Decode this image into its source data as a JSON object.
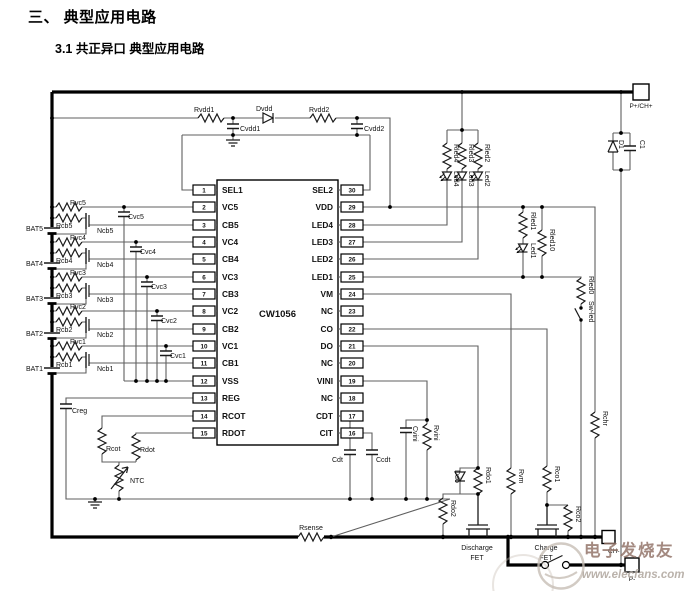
{
  "page": {
    "heading": "三、  典型应用电路",
    "subheading": "3.1 共正异口 典型应用电路"
  },
  "ic": {
    "name": "CW1056",
    "left_pins": [
      {
        "num": "1",
        "name": "SEL1"
      },
      {
        "num": "2",
        "name": "VC5"
      },
      {
        "num": "3",
        "name": "CB5"
      },
      {
        "num": "4",
        "name": "VC4"
      },
      {
        "num": "5",
        "name": "CB4"
      },
      {
        "num": "6",
        "name": "VC3"
      },
      {
        "num": "7",
        "name": "CB3"
      },
      {
        "num": "8",
        "name": "VC2"
      },
      {
        "num": "9",
        "name": "CB2"
      },
      {
        "num": "10",
        "name": "VC1"
      },
      {
        "num": "11",
        "name": "CB1"
      },
      {
        "num": "12",
        "name": "VSS"
      },
      {
        "num": "13",
        "name": "REG"
      },
      {
        "num": "14",
        "name": "RCOT"
      },
      {
        "num": "15",
        "name": "RDOT"
      }
    ],
    "right_pins": [
      {
        "num": "30",
        "name": "SEL2"
      },
      {
        "num": "29",
        "name": "VDD"
      },
      {
        "num": "28",
        "name": "LED4"
      },
      {
        "num": "27",
        "name": "LED3"
      },
      {
        "num": "26",
        "name": "LED2"
      },
      {
        "num": "25",
        "name": "LED1"
      },
      {
        "num": "24",
        "name": "VM"
      },
      {
        "num": "23",
        "name": "NC"
      },
      {
        "num": "22",
        "name": "CO"
      },
      {
        "num": "21",
        "name": "DO"
      },
      {
        "num": "20",
        "name": "NC"
      },
      {
        "num": "19",
        "name": "VINI"
      },
      {
        "num": "18",
        "name": "NC"
      },
      {
        "num": "17",
        "name": "CDT"
      },
      {
        "num": "16",
        "name": "CIT"
      }
    ]
  },
  "cells": [
    {
      "bat": "BAT5",
      "rvc": "Rvc5",
      "rcb": "Rcb5",
      "ncb": "Ncb5",
      "cvc": "Cvc5"
    },
    {
      "bat": "BAT4",
      "rvc": "Rvc4",
      "rcb": "Rcb4",
      "ncb": "Ncb4",
      "cvc": "Cvc4"
    },
    {
      "bat": "BAT3",
      "rvc": "Rvc3",
      "rcb": "Rcb3",
      "ncb": "Ncb3",
      "cvc": "Cvc3"
    },
    {
      "bat": "BAT2",
      "rvc": "Rvc2",
      "rcb": "Rcb2",
      "ncb": "Ncb2",
      "cvc": "Cvc2"
    },
    {
      "bat": "BAT1",
      "rvc": "Rvc1",
      "rcb": "Rcb1",
      "ncb": "Ncb1",
      "cvc": "Cvc1"
    }
  ],
  "refs": {
    "rvdd1": "Rvdd1",
    "dvdd": "Dvdd",
    "rvdd2": "Rvdd2",
    "cvdd1": "Cvdd1",
    "cvdd2": "Cvdd2",
    "creg": "Creg",
    "rcot": "Rcot",
    "rdot": "Rdot",
    "ntc": "NTC",
    "rsense": "Rsense",
    "cdt": "Cdt",
    "ccdt": "Ccdt",
    "cvini": "Cvini",
    "rvini": "Rvini",
    "ddo": "Ddo",
    "rdo1": "Rdo1",
    "rdo2": "Rdo2",
    "rvm": "Rvm",
    "rco1": "Rco1",
    "rco2": "Rco2",
    "rled4": "Rled4",
    "rled3": "Rled3",
    "rled2": "Rled2",
    "rled1": "Rled1",
    "led4": "Led4",
    "led3": "Led3",
    "led2": "Led2",
    "led1": "Led1",
    "rled10": "Rled10",
    "rled0": "Rled0",
    "swled": "Sw-led",
    "rchr": "Rchr",
    "d1": "D1",
    "c1": "C1"
  },
  "fets": {
    "discharge": [
      "Discharge",
      "FET"
    ],
    "charge": [
      "Charge",
      "FET"
    ]
  },
  "terminals": {
    "p_plus": "P+/CH+",
    "ch_minus": "CH-",
    "p_minus": "P-"
  },
  "watermark": {
    "brand": "电子发烧友",
    "url": "www.elecfans.com"
  }
}
